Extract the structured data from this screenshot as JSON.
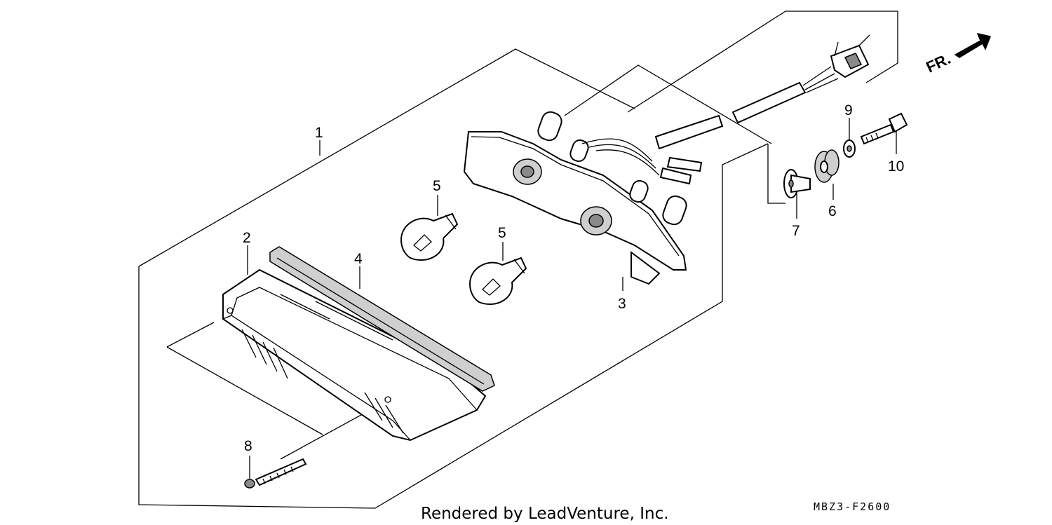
{
  "callouts": [
    {
      "id": "1",
      "label": "1"
    },
    {
      "id": "2",
      "label": "2"
    },
    {
      "id": "3",
      "label": "3"
    },
    {
      "id": "4",
      "label": "4"
    },
    {
      "id": "5a",
      "label": "5"
    },
    {
      "id": "5b",
      "label": "5"
    },
    {
      "id": "6",
      "label": "6"
    },
    {
      "id": "7",
      "label": "7"
    },
    {
      "id": "8",
      "label": "8"
    },
    {
      "id": "9",
      "label": "9"
    },
    {
      "id": "10",
      "label": "10"
    }
  ],
  "direction_label": "FR.",
  "footer": {
    "credit": "Rendered by LeadVenture, Inc.",
    "diagram_code": "MBZ3-F2600"
  }
}
